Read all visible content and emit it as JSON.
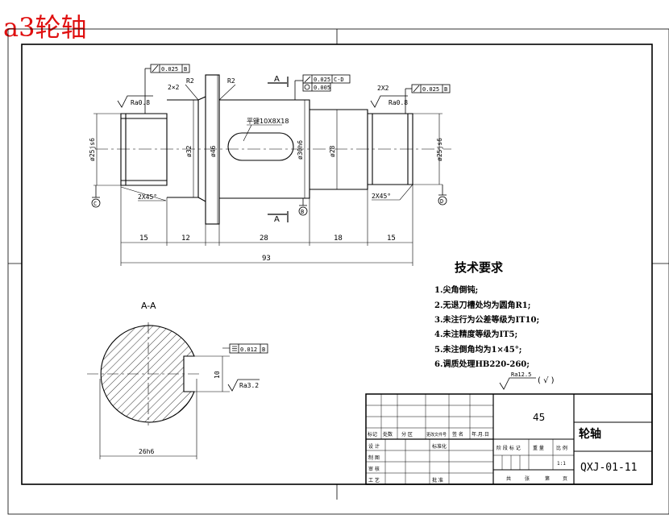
{
  "overlay_title": "a3轮轴",
  "drawing": {
    "tolerances": {
      "left_runout": "0.025",
      "left_datum": "B",
      "center_runout": "0.025",
      "center_datum": "C-D",
      "center_cylindricity": "0.005",
      "right_runout": "0.025",
      "right_datum": "B",
      "section_symmetry": "0.012",
      "section_datum": "B"
    },
    "roughness": {
      "left": "Ra0.8",
      "right": "Ra0.8",
      "section": "Ra3.2",
      "general": "Ra12.5",
      "general_paren": "( √ )"
    },
    "chamfers": {
      "left_top": "2×2",
      "right_top": "2X2",
      "left_bottom": "2X45°",
      "right_bottom": "2X45°"
    },
    "fillets": {
      "left": "R2",
      "right": "R2"
    },
    "diameters": {
      "left_end": "ø25js6",
      "left_step": "ø32",
      "collar": "ø46",
      "middle": "ø30h6",
      "right_step": "ø28",
      "right_end": "ø25js6"
    },
    "keyway": "平键10X8X18",
    "section_marks": {
      "top": "A",
      "bottom": "A"
    },
    "datum_left": "C",
    "datum_middle": "B",
    "datum_right": "D",
    "lengths": [
      "15",
      "12",
      "28",
      "18",
      "15"
    ],
    "overall_length": "93",
    "section_view": {
      "title": "A-A",
      "key_depth": "10",
      "dia": "26h6"
    }
  },
  "tech_requirements": {
    "title": "技术要求",
    "items": [
      "1.尖角倒钝;",
      "2.无退刀槽处均为圆角R1;",
      "3.未注行为公差等级为IT10;",
      "4.未注精度等级为IT5;",
      "5.未注倒角均为1×45°;",
      "6.调质处理HB220-260;"
    ]
  },
  "title_block": {
    "material": "45",
    "part_name": "轮轴",
    "drawing_no": "QXJ-01-11",
    "headers": [
      "标记",
      "处数",
      "分 区",
      "更改文件号",
      "签 名",
      "年.月.日"
    ],
    "rows": [
      [
        "设 计",
        "",
        "标准化"
      ],
      [
        "制 图",
        "",
        ""
      ],
      [
        "审 核",
        "",
        ""
      ],
      [
        "工 艺",
        "",
        "批 准"
      ]
    ],
    "stage_labels": [
      "阶 段 标 记",
      "重 量",
      "比 例"
    ],
    "scale": "1:1",
    "sheet_labels": [
      "共",
      "张",
      "第",
      "页"
    ]
  }
}
